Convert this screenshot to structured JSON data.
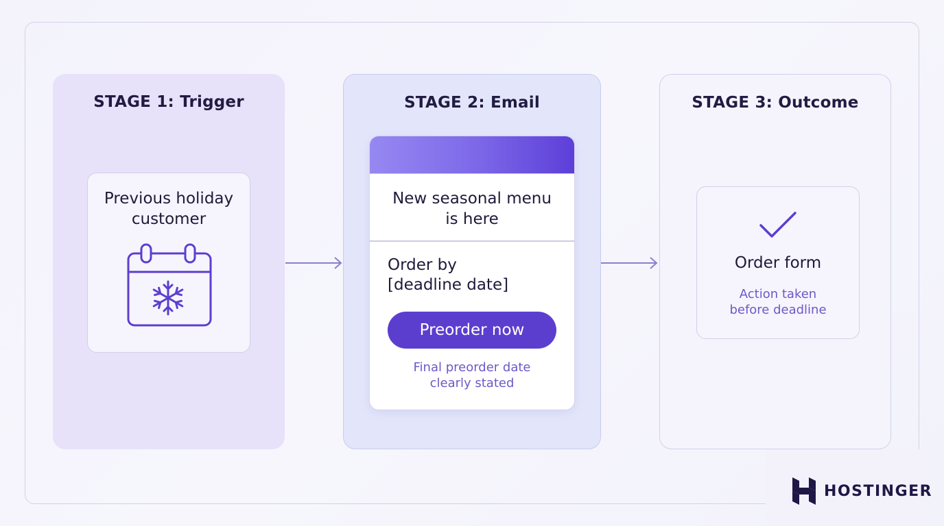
{
  "stages": [
    {
      "title": "STAGE 1: Trigger"
    },
    {
      "title": "STAGE 2: Email"
    },
    {
      "title": "STAGE 3: Outcome"
    }
  ],
  "trigger": {
    "text_line1": "Previous holiday",
    "text_line2": "customer",
    "icon": "calendar-snowflake-icon"
  },
  "email": {
    "subject_line1": "New seasonal menu",
    "subject_line2": "is here",
    "body_line1": "Order by",
    "body_line2": "[deadline date]",
    "button_label": "Preorder now",
    "note_line1": "Final preorder date",
    "note_line2": "clearly stated"
  },
  "outcome": {
    "icon": "checkmark-icon",
    "title": "Order form",
    "note_line1": "Action taken",
    "note_line2": "before deadline"
  },
  "brand": {
    "name": "HOSTINGER"
  },
  "colors": {
    "accent": "#5c3ecf",
    "arrow": "#8a7fd0",
    "stage1_bg": "#e7e2fa",
    "stage2_bg": "#e3e6fb",
    "note_text": "#6e58c6"
  }
}
